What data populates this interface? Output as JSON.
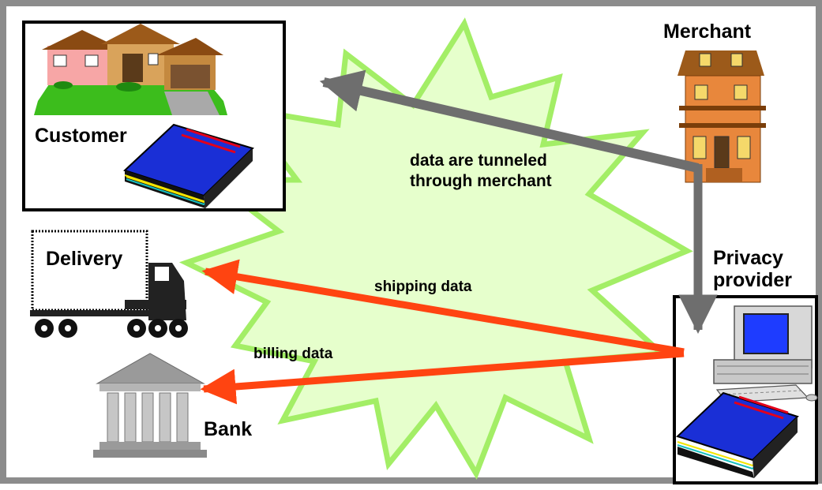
{
  "entities": {
    "customer": "Customer",
    "merchant": "Merchant",
    "delivery": "Delivery",
    "privacy_provider": "Privacy provider",
    "bank": "Bank"
  },
  "flows": {
    "tunnel_line1": "data are tunneled",
    "tunnel_line2": "through merchant",
    "shipping": "shipping data",
    "billing": "billing data"
  },
  "colors": {
    "frame": "#8c8c8c",
    "starburst_fill": "#e6ffcc",
    "starburst_stroke": "#a3ee66",
    "tunnel_arrow": "#6e6e6e",
    "data_arrow": "#ff4411",
    "book_blue": "#1a2fd6"
  },
  "icons": [
    "house-icon",
    "book-icon",
    "building-icon",
    "truck-icon",
    "bank-icon",
    "computer-icon"
  ]
}
